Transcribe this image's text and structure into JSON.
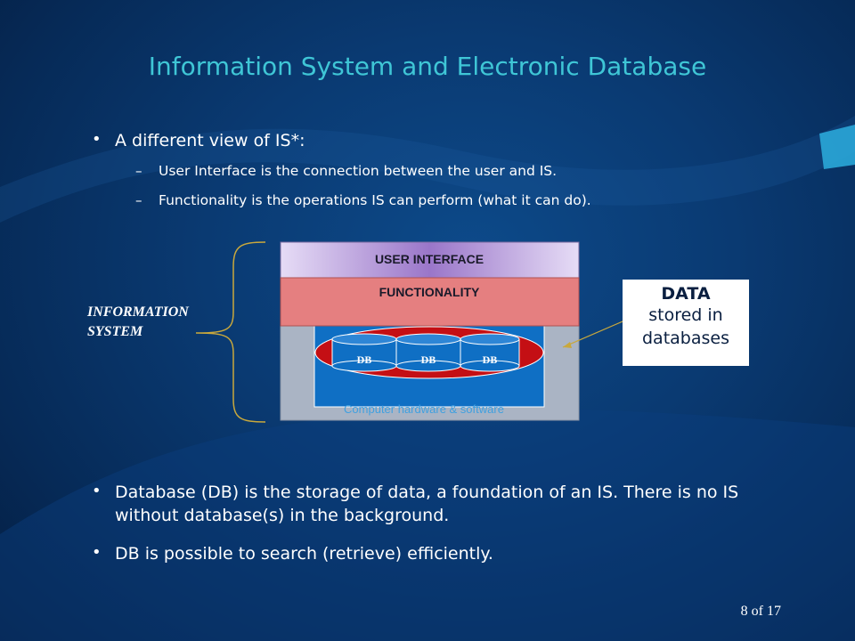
{
  "title": "Information System and Electronic Database",
  "bullets": {
    "b1": "A different view of IS*:",
    "s1": "User Interface is the connection between the user and IS.",
    "s2": "Functionality is the operations IS can perform (what it can do).",
    "b2": "Database (DB) is the storage of data, a foundation of an IS. There is no IS without database(s) in the background.",
    "b3": "DB is possible to search (retrieve) efficiently."
  },
  "diagram": {
    "user_interface": "USER INTERFACE",
    "functionality": "FUNCTIONALITY",
    "hardware": "Computer hardware & software",
    "db_labels": [
      "DB",
      "DB",
      "DB"
    ],
    "is_label_1": "INFORMATION",
    "is_label_2": "SYSTEM",
    "data_title": "DATA",
    "data_line1": "stored in",
    "data_line2": "databases",
    "colors": {
      "user_interface": "#c9b7e6",
      "functionality": "#e57f80",
      "hardware": "#0f6fc4",
      "db_ellipse": "#c40f14",
      "brace": "#c9a83c"
    }
  },
  "footer": {
    "page": "8 of 17"
  }
}
